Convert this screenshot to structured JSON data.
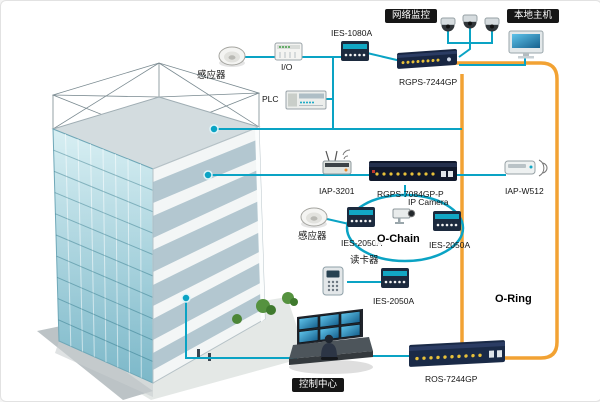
{
  "colors": {
    "link_cyan": "#0aa3c4",
    "ring_orange": "#f2a233",
    "tag_bg": "#161616",
    "tag_text": "#ffffff"
  },
  "labels": {
    "sensor_top": "感应器",
    "io_module": "I/O",
    "plc": "PLC",
    "switch_ies1080a": "IES-1080A",
    "network_monitoring": "网络监控",
    "local_host": "本地主机",
    "switch_rgps7244gp": "RGPS-7244GP",
    "ap_iap3201": "IAP-3201",
    "switch_rgps7084gpp": "RGPS-7084GP-P",
    "ap_iapw512": "IAP-W512",
    "sensor_mid": "感应器",
    "switch_ies2050a_left": "IES-2050A",
    "ip_camera": "IP Camera",
    "o_chain": "O-Chain",
    "card_reader": "读卡器",
    "switch_ies2050a_bottom": "IES-2050A",
    "switch_ies2050a_right": "IES-2050A",
    "o_ring": "O-Ring",
    "control_center": "控制中心",
    "switch_ros7244gp": "ROS-7244GP"
  }
}
